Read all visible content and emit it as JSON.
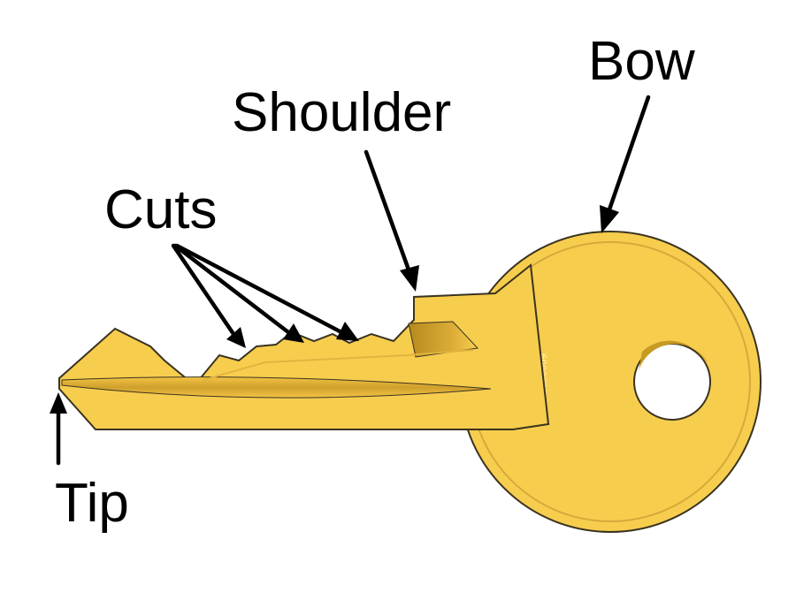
{
  "diagram": {
    "labels": {
      "bow": "Bow",
      "shoulder": "Shoulder",
      "cuts": "Cuts",
      "tip": "Tip"
    },
    "serial_number": "60000873344",
    "colors": {
      "key_fill": "#f7cd4e",
      "key_dark": "#c79a22",
      "key_highlight": "#fce69a",
      "outline": "#3a3320",
      "arrow": "#000000",
      "background": "#ffffff"
    }
  }
}
